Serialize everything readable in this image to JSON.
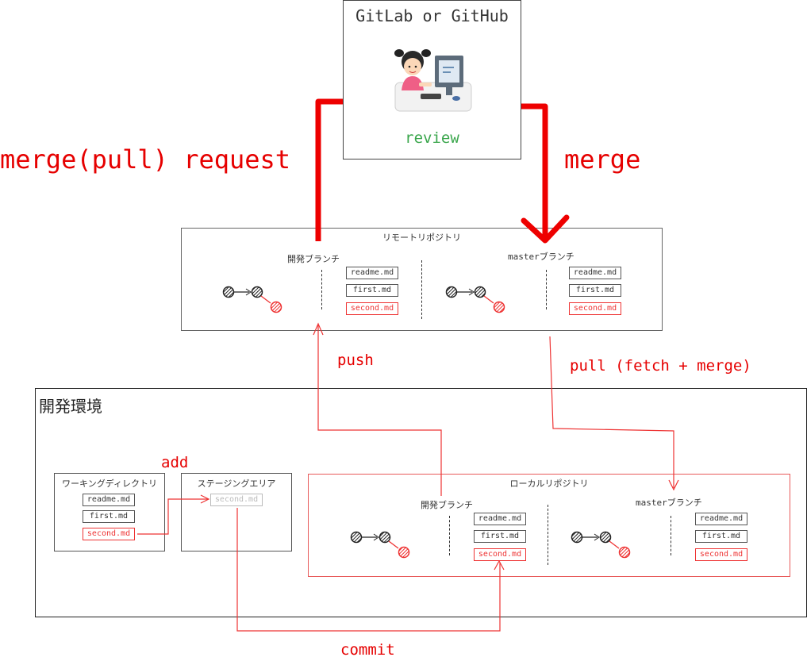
{
  "hub": {
    "title": "GitLab or GitHub",
    "caption": "review"
  },
  "arrows": {
    "merge_request": "merge(pull) request",
    "merge": "merge",
    "push": "push",
    "pull": "pull (fetch + merge)",
    "add": "add",
    "commit": "commit"
  },
  "remote": {
    "title": "リモートリポジトリ",
    "dev_branch": "開発ブランチ",
    "master_branch": "masterブランチ",
    "dev_files": [
      "readme.md",
      "first.md",
      "second.md"
    ],
    "master_files": [
      "readme.md",
      "first.md",
      "second.md"
    ]
  },
  "dev_env": {
    "title": "開発環境",
    "working_dir": {
      "title": "ワーキングディレクトリ",
      "files": [
        "readme.md",
        "first.md",
        "second.md"
      ]
    },
    "staging": {
      "title": "ステージングエリア",
      "files": [
        "second.md"
      ]
    },
    "local": {
      "title": "ローカルリポジトリ",
      "dev_branch": "開発ブランチ",
      "master_branch": "masterブランチ",
      "dev_files": [
        "readme.md",
        "first.md",
        "second.md"
      ],
      "master_files": [
        "readme.md",
        "first.md",
        "second.md"
      ]
    }
  },
  "colors": {
    "accent": "#e60000",
    "new_file": "#e33333",
    "review": "#3aa64c"
  }
}
